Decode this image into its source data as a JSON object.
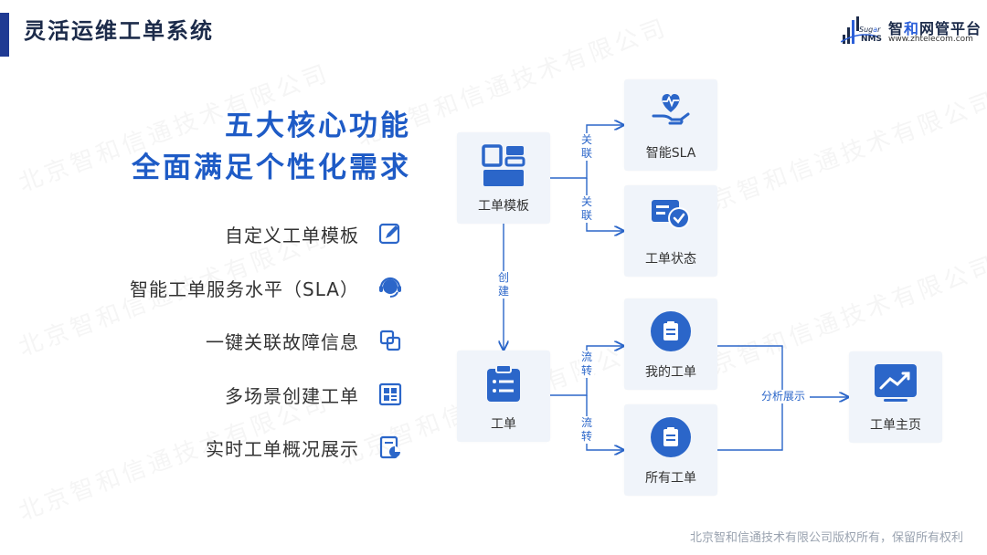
{
  "header": {
    "title": "灵活运维工单系统"
  },
  "logo": {
    "brand_part1": "智",
    "brand_part2": "和",
    "brand_part3": "网管平台",
    "url": "www.zhtelecom.com",
    "sugar_prefix": "Sug",
    "sugar_o": "a",
    "sugar_suffix": "r",
    "nms": "NMS"
  },
  "headline": {
    "line1": "五大核心功能",
    "line2": "全面满足个性化需求"
  },
  "features": [
    {
      "label": "自定义工单模板",
      "icon": "edit-icon"
    },
    {
      "label": "智能工单服务水平（SLA）",
      "icon": "headset-icon"
    },
    {
      "label": "一键关联故障信息",
      "icon": "link-copy-icon"
    },
    {
      "label": "多场景创建工单",
      "icon": "grid-layout-icon"
    },
    {
      "label": "实时工单概况展示",
      "icon": "report-pie-icon"
    }
  ],
  "diagram": {
    "nodes": {
      "template": "工单模板",
      "sla": "智能SLA",
      "status": "工单状态",
      "ticket": "工单",
      "my": "我的工单",
      "all": "所有工单",
      "home": "工单主页"
    },
    "labels": {
      "relate1": "关联",
      "relate2": "关联",
      "create": "创建",
      "flow1": "流转",
      "flow2": "流转",
      "analyze": "分析展示"
    }
  },
  "watermark": "北京智和信通技术有限公司",
  "footer": {
    "copyright": "北京智和信通技术有限公司版权所有，保留所有权利"
  },
  "colors": {
    "accent": "#2b66c9",
    "title": "#1c2b4a",
    "card_bg": "#f0f4fa",
    "headline": "#1e5bc6"
  }
}
